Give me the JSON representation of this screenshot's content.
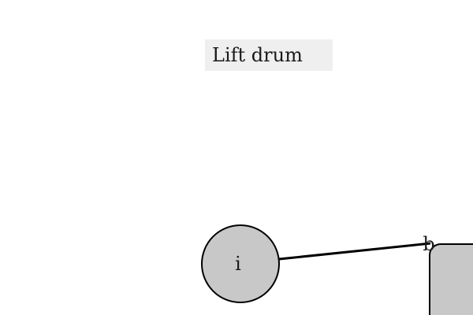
{
  "title": "Lift drum",
  "nodes": [
    {
      "id": "i",
      "label": "i",
      "shape": "circle"
    },
    {
      "id": "b",
      "label": "b",
      "shape": "rounded-rect"
    }
  ],
  "edges": [
    {
      "from": "i",
      "to": "b"
    }
  ],
  "colors": {
    "node_fill": "#c8c8c8",
    "stroke": "#000000",
    "title_bg": "#efefef",
    "text": "#1a1a1a"
  }
}
